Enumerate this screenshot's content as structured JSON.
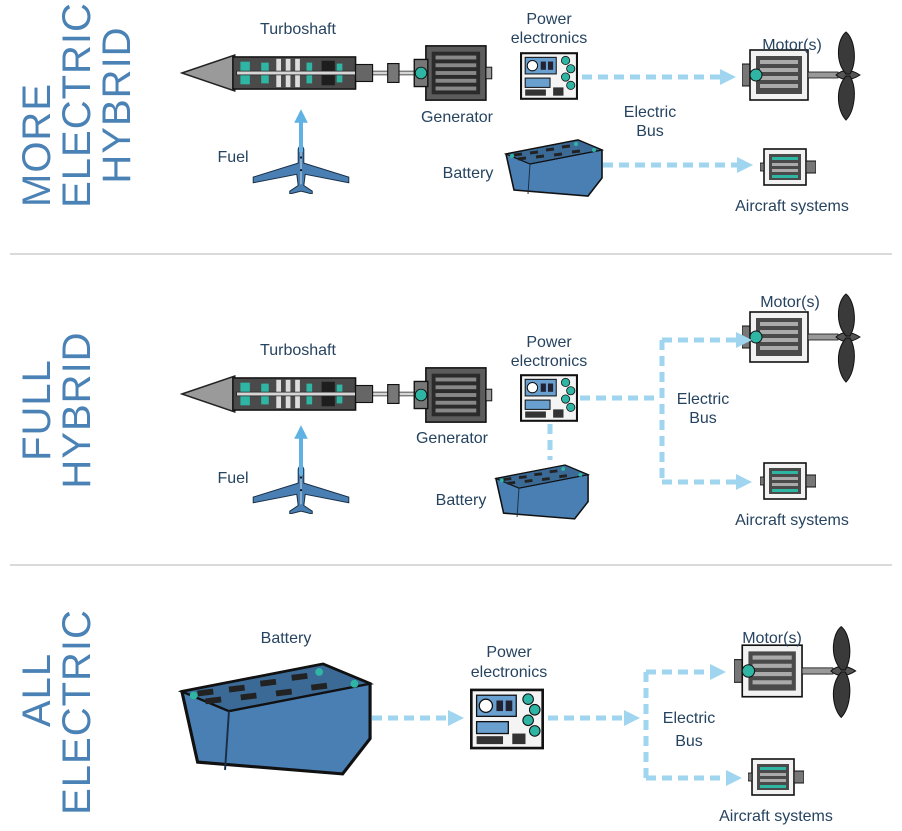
{
  "sections": {
    "more_electric_hybrid": {
      "title_lines": [
        "MORE",
        "ELECTRIC",
        "HYBRID"
      ],
      "labels": {
        "turboshaft": "Turboshaft",
        "generator": "Generator",
        "power_electronics": [
          "Power",
          "electronics"
        ],
        "motors": "Motor(s)",
        "electric_bus": [
          "Electric",
          "Bus"
        ],
        "fuel": "Fuel",
        "battery": "Battery",
        "aircraft_systems": "Aircraft systems"
      }
    },
    "full_hybrid": {
      "title_lines": [
        "FULL",
        "HYBRID"
      ],
      "labels": {
        "turboshaft": "Turboshaft",
        "generator": "Generator",
        "power_electronics": [
          "Power",
          "electronics"
        ],
        "motors": "Motor(s)",
        "electric_bus": [
          "Electric",
          "Bus"
        ],
        "fuel": "Fuel",
        "battery": "Battery",
        "aircraft_systems": "Aircraft systems"
      }
    },
    "all_electric": {
      "title_lines": [
        "ALL",
        "ELECTRIC"
      ],
      "labels": {
        "battery": "Battery",
        "power_electronics": [
          "Power",
          "electronics"
        ],
        "motors": "Motor(s)",
        "electric_bus": [
          "Electric",
          "Bus"
        ],
        "aircraft_systems": "Aircraft systems"
      }
    }
  },
  "colors": {
    "title": "#4b82b5",
    "label": "#26435f",
    "bus": "#9fd5ef",
    "flow_arrow": "#5fb2e3",
    "component_blue": "#4a7fb3",
    "teal": "#2fb5a3"
  },
  "icons": [
    "turboshaft-icon",
    "generator-icon",
    "power-electronics-icon",
    "motor-propeller-icon",
    "aircraft-icon",
    "battery-icon",
    "aircraft-systems-icon"
  ]
}
